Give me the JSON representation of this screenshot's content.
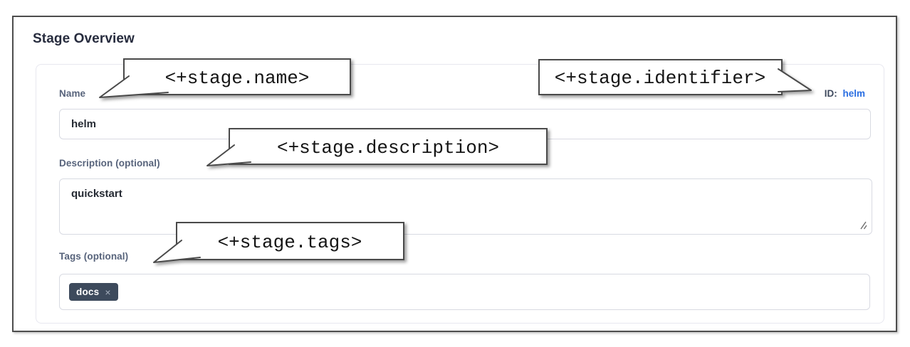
{
  "panel": {
    "title": "Stage Overview"
  },
  "form": {
    "name": {
      "label": "Name",
      "value": "helm"
    },
    "identifier": {
      "label": "ID:",
      "value": "helm"
    },
    "description": {
      "label": "Description (optional)",
      "value": "quickstart"
    },
    "tags": {
      "label": "Tags (optional)",
      "chips": [
        {
          "text": "docs",
          "remove_icon": "×"
        }
      ]
    }
  },
  "annotations": {
    "name_expression": "<+stage.name>",
    "identifier_expression": "<+stage.identifier>",
    "description_expression": "<+stage.description>",
    "tags_expression": "<+stage.tags>"
  },
  "colors": {
    "id_link_blue": "#2b6fe2",
    "tag_chip_bg": "#3d4a5c",
    "label_slate": "#57637b",
    "frame_border": "#4d4d4d"
  }
}
